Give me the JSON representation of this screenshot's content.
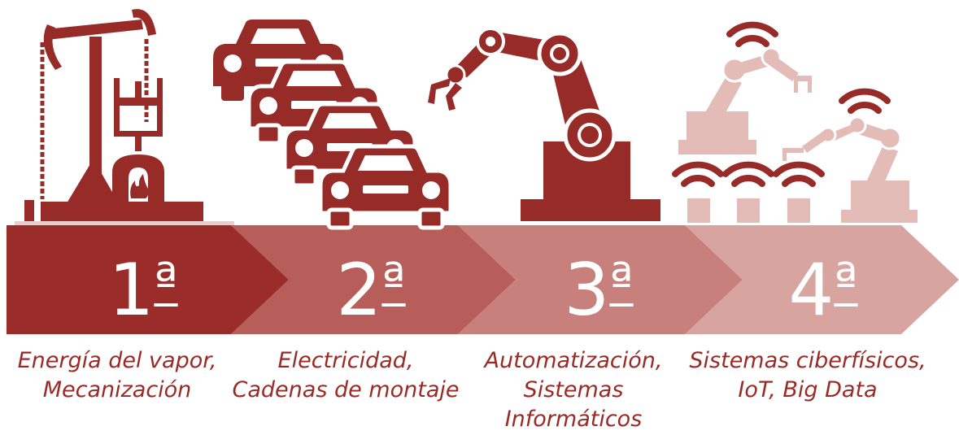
{
  "colors": {
    "stage1": "#9a2d29",
    "stage2": "#b85e5a",
    "stage3": "#c7807c",
    "stage4": "#d7a4a0",
    "dark_icon": "#972b27",
    "light_icon": "#e3bcb8",
    "caption_text": "#9a2a26"
  },
  "stages": [
    {
      "number": "1",
      "ordinal": "ª",
      "icon": "steam-pump-icon",
      "caption_lines": [
        "Energía del vapor,",
        "Mecanización"
      ]
    },
    {
      "number": "2",
      "ordinal": "ª",
      "icon": "assembly-line-cars-icon",
      "caption_lines": [
        "Electricidad,",
        "Cadenas de montaje"
      ]
    },
    {
      "number": "3",
      "ordinal": "ª",
      "icon": "robot-arm-icon",
      "caption_lines": [
        "Automatización,",
        "Sistemas",
        "Informáticos"
      ]
    },
    {
      "number": "4",
      "ordinal": "ª",
      "icon": "connected-robots-wifi-icon",
      "caption_lines": [
        "Sistemas ciberfísicos,",
        "IoT, Big Data"
      ]
    }
  ]
}
